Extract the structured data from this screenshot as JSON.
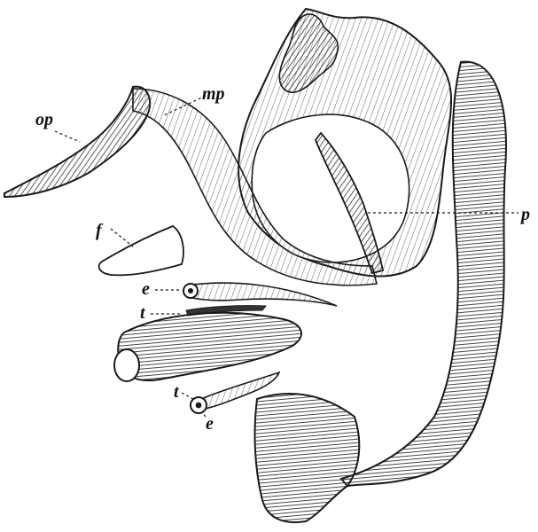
{
  "figure": {
    "labels": {
      "op": "op",
      "mp": "mp",
      "p": "p",
      "f": "f",
      "e_top": "e",
      "t_top": "t",
      "t_bottom": "t",
      "e_bottom": "e"
    },
    "colors": {
      "ink": "#1a1a1a",
      "paper": "#ffffff",
      "shade": "#6b6b6b"
    }
  }
}
